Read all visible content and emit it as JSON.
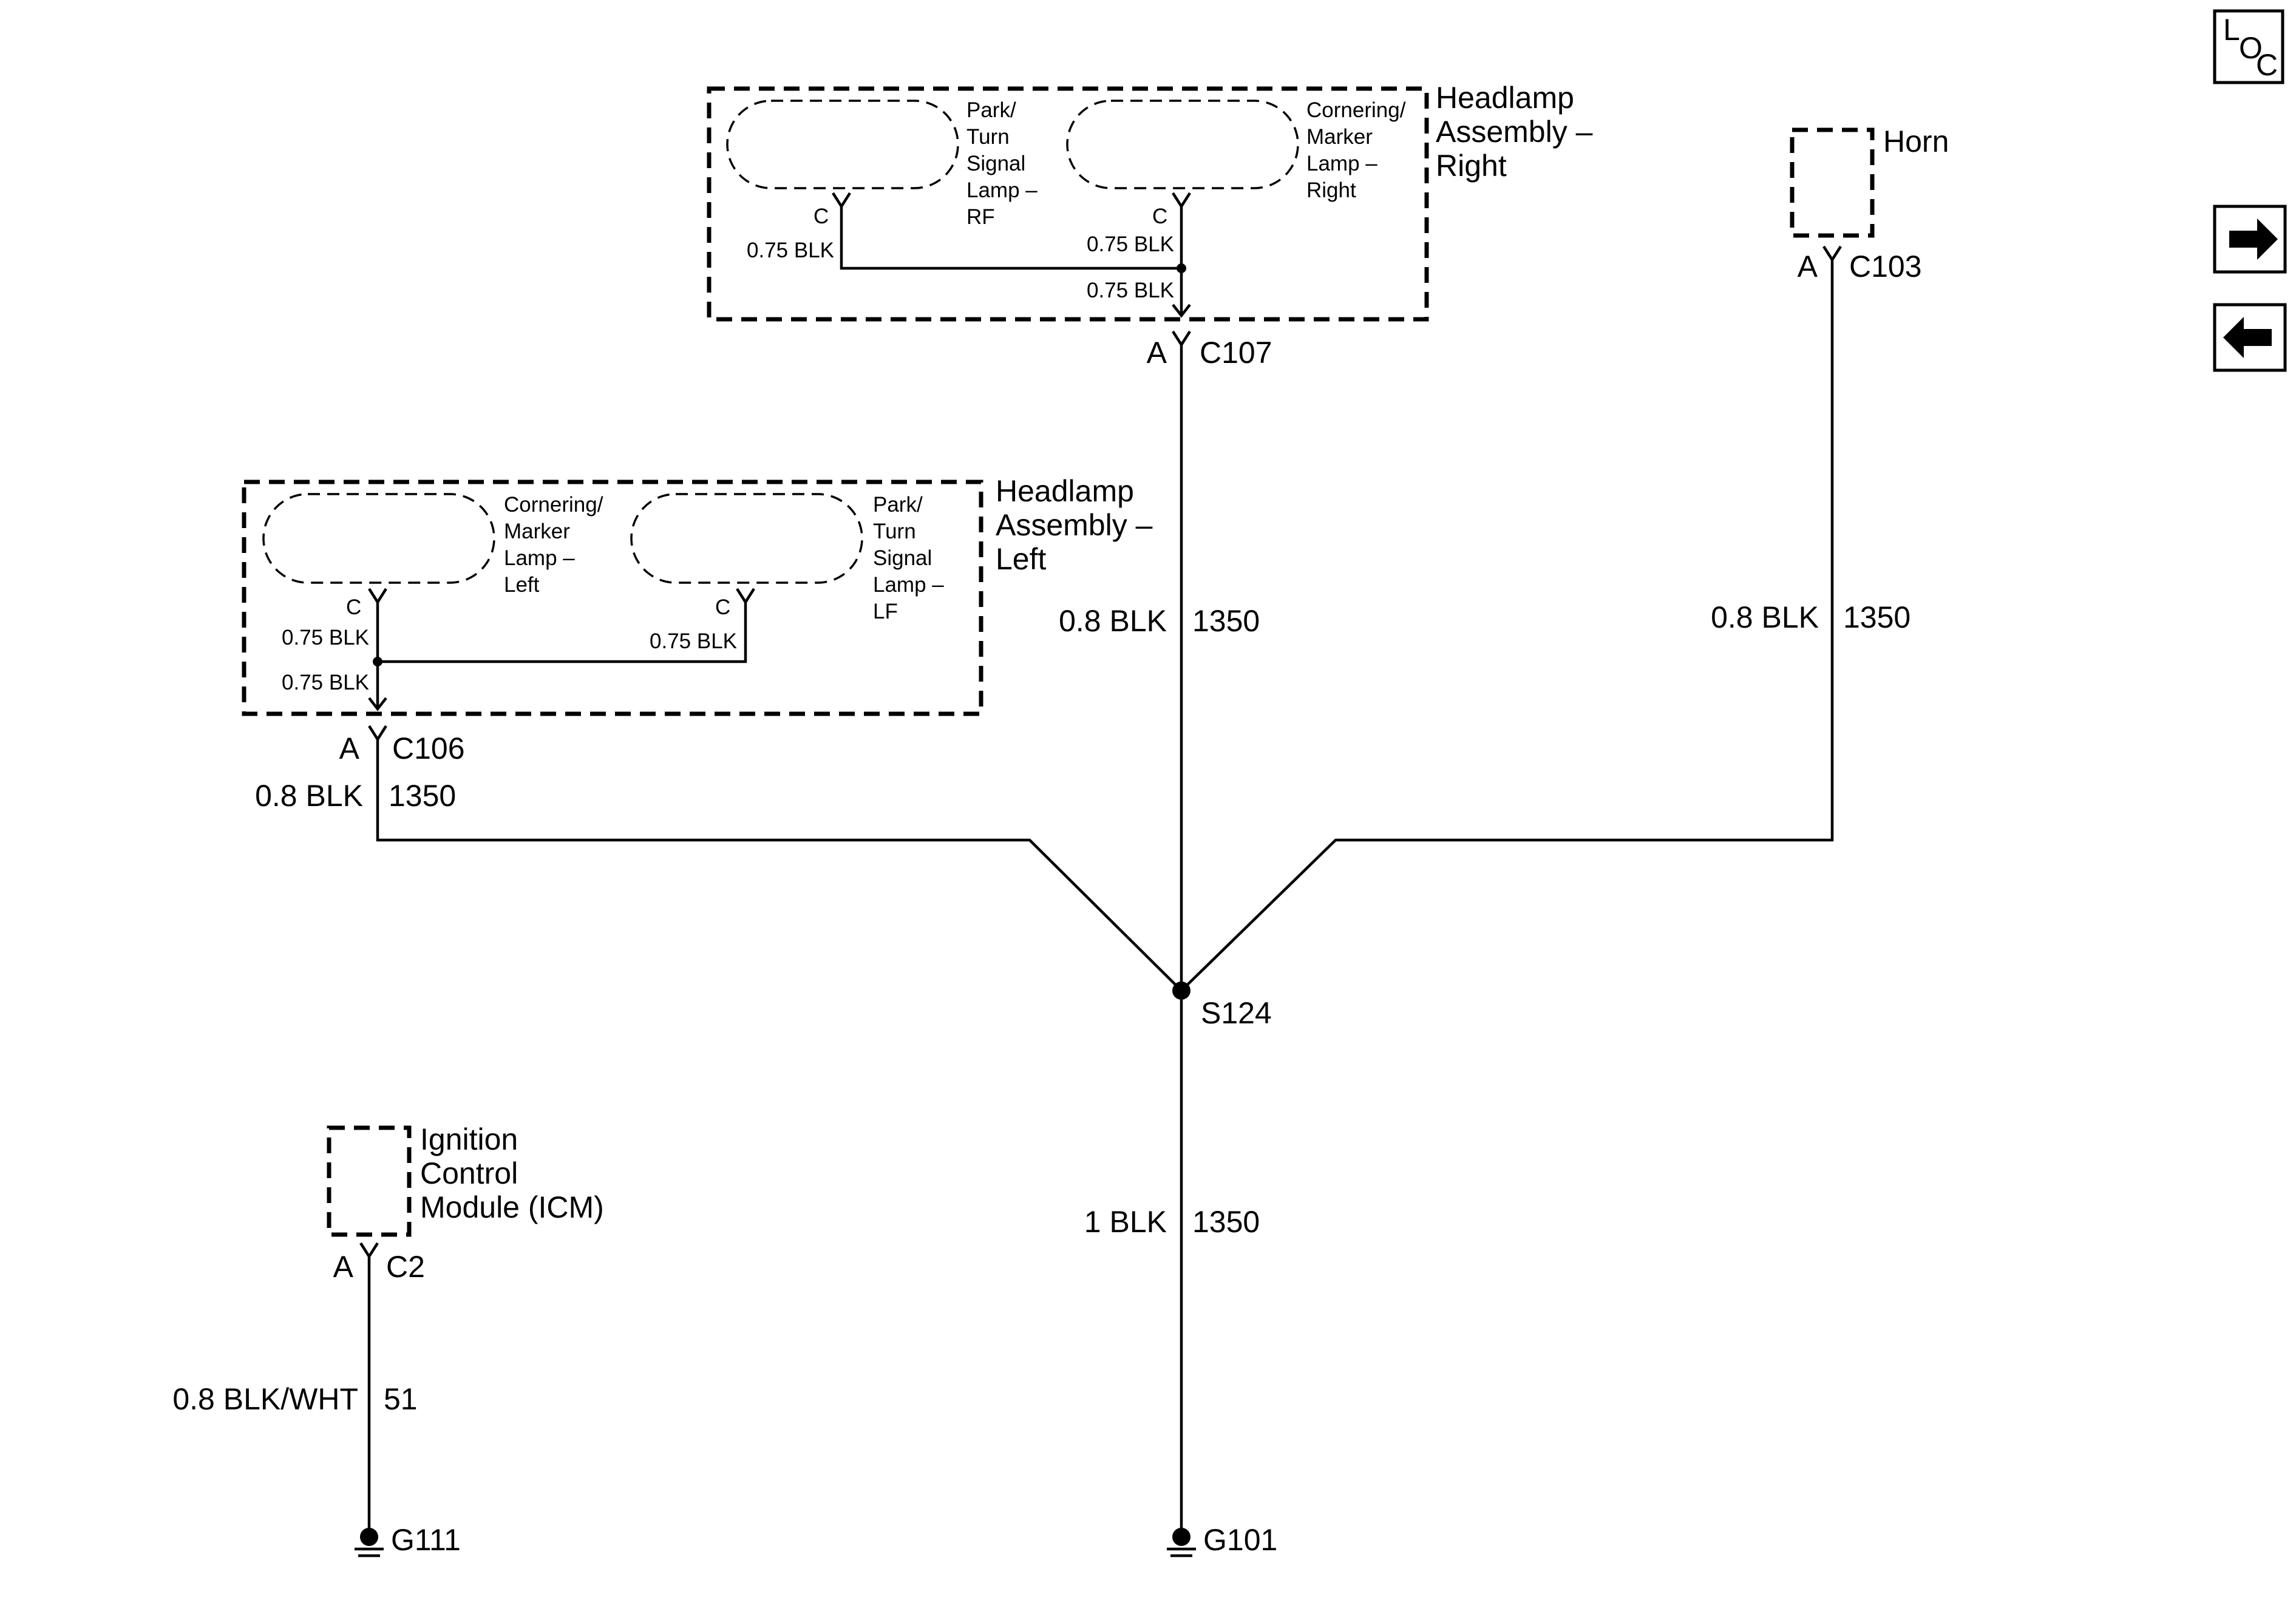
{
  "nav": {
    "loc_letters": [
      "L",
      "O",
      "C"
    ],
    "forward_icon": "arrow-right-icon",
    "back_icon": "arrow-left-icon"
  },
  "components": {
    "headlamp_right": {
      "title": [
        "Headlamp",
        "Assembly –",
        "Right"
      ],
      "park_lamp": [
        "Park/",
        "Turn",
        "Signal",
        "Lamp –",
        "RF"
      ],
      "cornering_lamp": [
        "Cornering/",
        "Marker",
        "Lamp –",
        "Right"
      ],
      "pin_park": "C",
      "pin_cornering": "C",
      "wire_park": "0.75 BLK",
      "wire_cornering": "0.75 BLK",
      "wire_out": "0.75 BLK"
    },
    "headlamp_left": {
      "title": [
        "Headlamp",
        "Assembly –",
        "Left"
      ],
      "cornering_lamp": [
        "Cornering/",
        "Marker",
        "Lamp –",
        "Left"
      ],
      "park_lamp": [
        "Park/",
        "Turn",
        "Signal",
        "Lamp –",
        "LF"
      ],
      "pin_cornering": "C",
      "pin_park": "C",
      "wire_cornering": "0.75 BLK",
      "wire_park": "0.75 BLK",
      "wire_out": "0.75 BLK"
    },
    "horn": {
      "title": "Horn"
    },
    "icm": {
      "title": [
        "Ignition",
        "Control",
        "Module (ICM)"
      ]
    }
  },
  "connectors": {
    "c107": {
      "pin": "A",
      "id": "C107"
    },
    "c106": {
      "pin": "A",
      "id": "C106"
    },
    "c103": {
      "pin": "A",
      "id": "C103"
    },
    "c2": {
      "pin": "A",
      "id": "C2"
    }
  },
  "wires": {
    "right_headlamp": {
      "gauge_color": "0.8 BLK",
      "circuit": "1350"
    },
    "horn": {
      "gauge_color": "0.8 BLK",
      "circuit": "1350"
    },
    "left_headlamp": {
      "gauge_color": "0.8 BLK",
      "circuit": "1350"
    },
    "ground_main": {
      "gauge_color": "1 BLK",
      "circuit": "1350"
    },
    "icm_ground": {
      "gauge_color": "0.8 BLK/WHT",
      "circuit": "51"
    }
  },
  "splice": {
    "id": "S124"
  },
  "grounds": {
    "g101": {
      "id": "G101"
    },
    "g111": {
      "id": "G111"
    }
  }
}
